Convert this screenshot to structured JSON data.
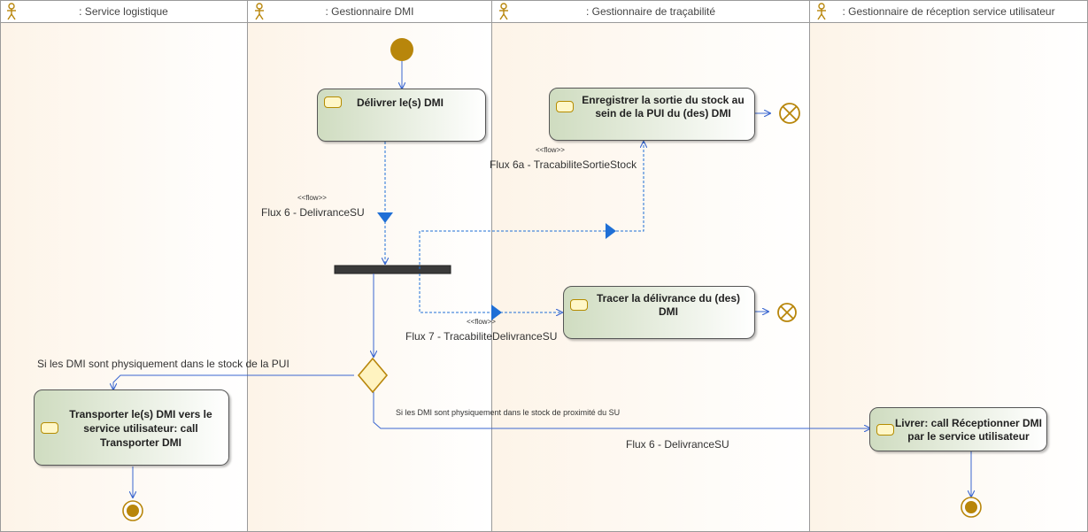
{
  "lanes": [
    {
      "title": ": Service logistique"
    },
    {
      "title": ": Gestionnaire DMI"
    },
    {
      "title": ": Gestionnaire de traçabilité"
    },
    {
      "title": ": Gestionnaire de réception service utilisateur"
    }
  ],
  "actions": {
    "deliver": "Délivrer le(s) DMI",
    "record_exit_line1": "Enregistrer la sortie du stock au",
    "record_exit_line2": "sein de la PUI du (des) DMI",
    "trace_line1": "Tracer la délivrance du (des)",
    "trace_line2": "DMI",
    "transport_line1": "Transporter le(s) DMI vers le",
    "transport_line2": "service utilisateur: call",
    "transport_line3": "Transporter DMI",
    "receive_line1": "Livrer: call Réceptionner DMI",
    "receive_line2": "par le service utilisateur"
  },
  "flows": {
    "stereotype": "<<flow>>",
    "flux6": "Flux 6 - DelivranceSU",
    "flux6a": "Flux 6a - TracabiliteSortieStock",
    "flux7": "Flux 7 - TracabiliteDelivranceSU",
    "flux6_bottom": "Flux 6 - DelivranceSU"
  },
  "guards": {
    "pui": "Si les DMI sont physiquement dans le stock de  la PUI",
    "proximity": "Si les DMI sont physiquement dans le stock de proximité du SU"
  },
  "colors": {
    "object_flow": "#1f6fd6",
    "control_flow": "#3a66d0",
    "node_gold": "#b8860b",
    "action_fill": "#cfdcc0",
    "decision_fill": "#fff3c0"
  }
}
